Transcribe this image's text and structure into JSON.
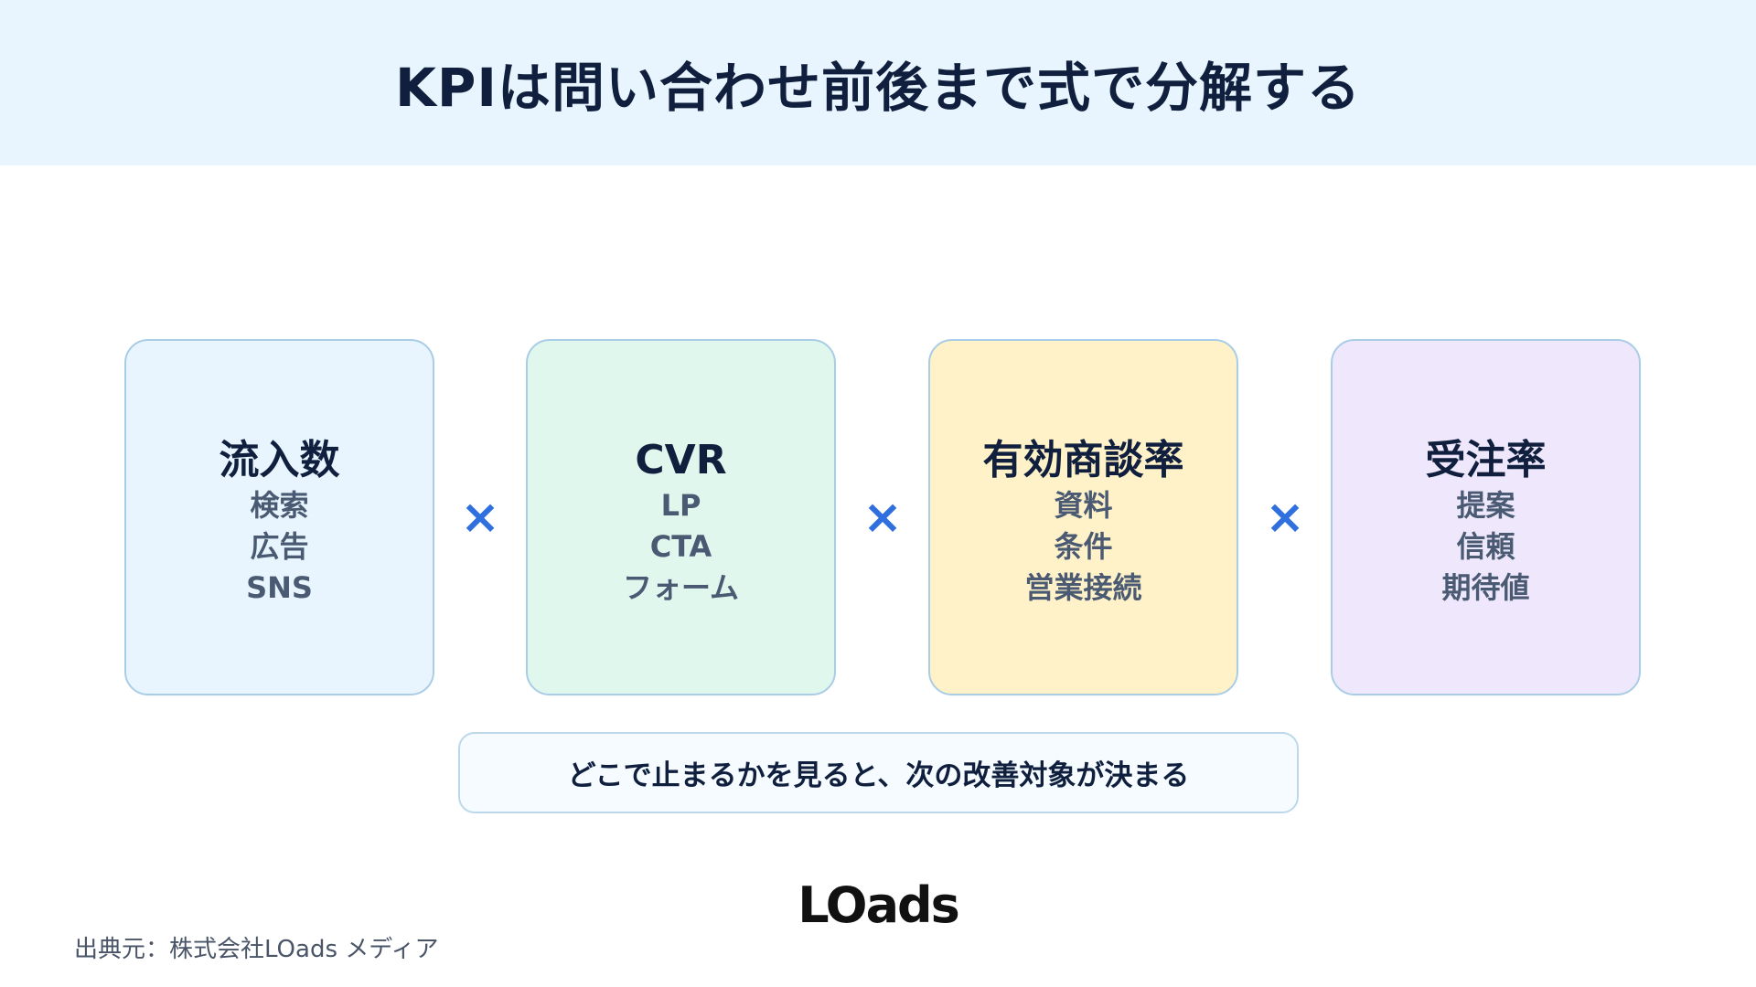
{
  "header": {
    "title": "KPIは問い合わせ前後まで式で分解する"
  },
  "boxes": [
    {
      "title": "流入数",
      "items": [
        "検索",
        "広告",
        "SNS"
      ],
      "color": "#e8f5fe"
    },
    {
      "title": "CVR",
      "items": [
        "LP",
        "CTA",
        "フォーム"
      ],
      "color": "#e0f7ee"
    },
    {
      "title": "有効商談率",
      "items": [
        "資料",
        "条件",
        "営業接続"
      ],
      "color": "#fff1c8"
    },
    {
      "title": "受注率",
      "items": [
        "提案",
        "信頼",
        "期待値"
      ],
      "color": "#efe8fc"
    }
  ],
  "operators": [
    "×",
    "×",
    "×"
  ],
  "operator_color": "#2f6fde",
  "note": "どこで止まるかを見ると、次の改善対象が決まる",
  "logo": "LOads",
  "source": "出典元：株式会社LOads メディア"
}
